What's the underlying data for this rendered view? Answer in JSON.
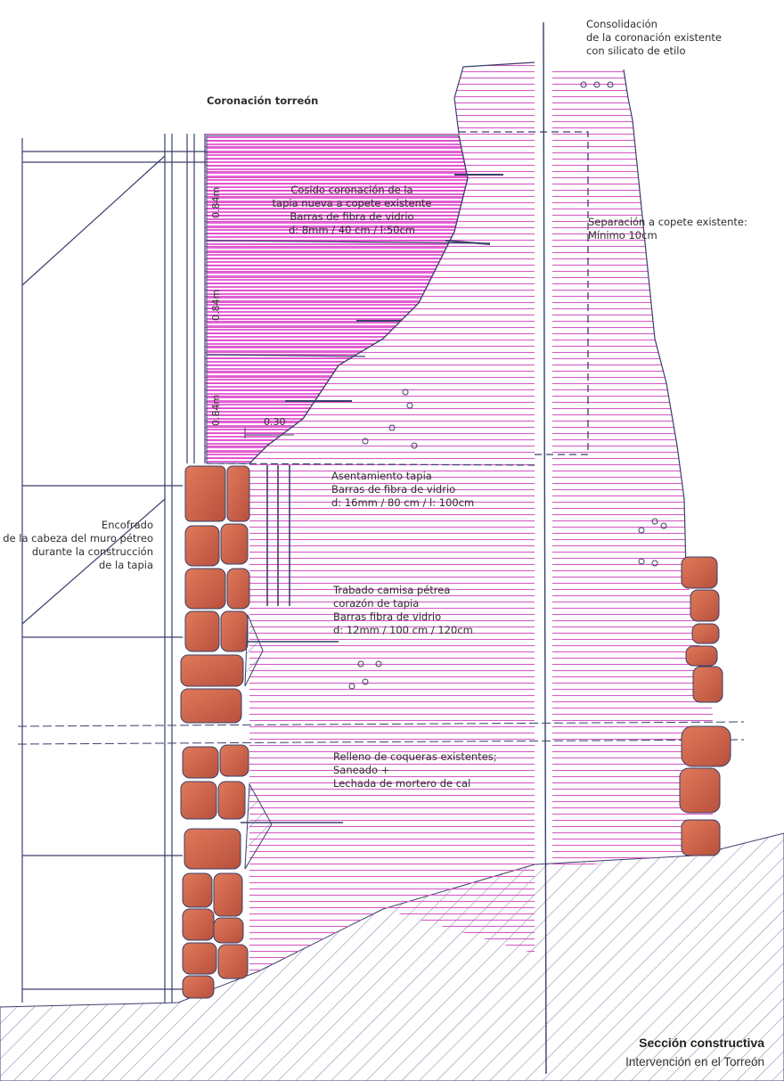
{
  "title": "Sección constructiva",
  "subtitle": "Intervención en el Torreón",
  "labels": {
    "crown": "Coronación torreón",
    "consolidation": [
      "Consolidación",
      "de la coronación existente",
      "con silicato de etilo"
    ],
    "stitching": [
      "Cosido coronación de la",
      "tapia nueva a copete existente",
      "Barras de fibra de vidrio",
      "d: 8mm / 40 cm / l:50cm"
    ],
    "separation": [
      "Separación a copete existente:",
      "Mínimo 10cm"
    ],
    "formwork": [
      "Encofrado",
      "de la cabeza del muro pétreo",
      "durante la construcción",
      "de la tapia"
    ],
    "seating": [
      "Asentamiento tapia",
      "Barras de fibra de vidrio",
      "d: 16mm / 80 cm / l: 100cm"
    ],
    "binding": [
      "Trabado camisa pétrea",
      "corazón de tapia",
      "Barras fibra de vidrio",
      "d: 12mm / 100 cm / 120cm"
    ],
    "filling": [
      "Relleno de coqueras existentes;",
      "Saneado +",
      "Lechada de mortero de cal"
    ]
  },
  "dimensions": {
    "lift_1": "0.84m",
    "lift_2": "0.84m",
    "lift_3": "0.84m",
    "overlap": "0.30"
  },
  "colors": {
    "new_rammed_earth": "#e23ad0",
    "existing_wall_lines": "#d94fc0",
    "stone": "#c8604a",
    "pencil": "#3a3f6a"
  }
}
